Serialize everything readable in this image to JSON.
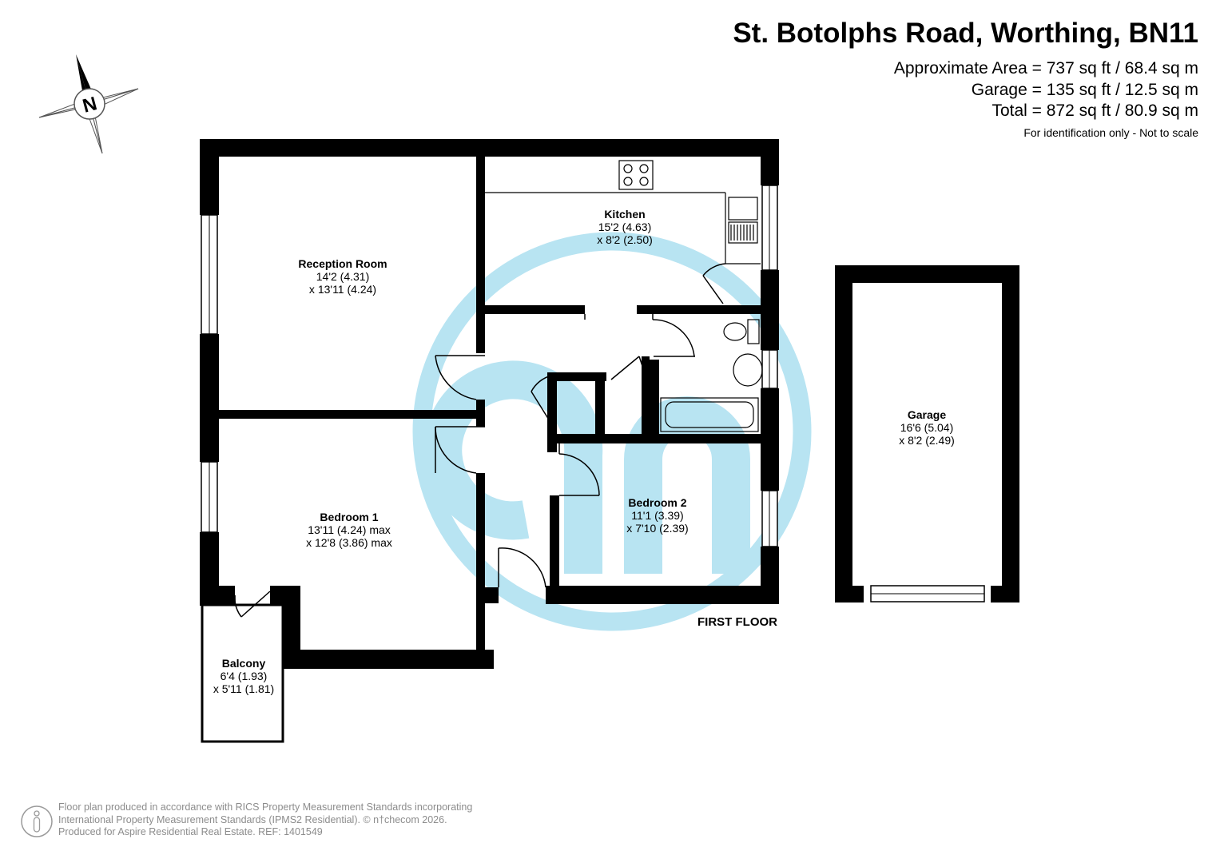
{
  "header": {
    "title": "St. Botolphs Road, Worthing, BN11",
    "approx_area": "Approximate Area = 737 sq ft / 68.4 sq m",
    "garage_area": "Garage = 135 sq ft / 12.5 sq m",
    "total_area": "Total = 872 sq ft / 80.9 sq m",
    "note": "For identification only - Not to scale"
  },
  "compass": {
    "letter": "N"
  },
  "rooms": {
    "reception": {
      "name": "Reception Room",
      "dim1": "14'2 (4.31)",
      "dim2": "x 13'11 (4.24)"
    },
    "kitchen": {
      "name": "Kitchen",
      "dim1": "15'2 (4.63)",
      "dim2": "x 8'2 (2.50)"
    },
    "bedroom1": {
      "name": "Bedroom 1",
      "dim1": "13'11 (4.24) max",
      "dim2": "x 12'8 (3.86) max"
    },
    "bedroom2": {
      "name": "Bedroom 2",
      "dim1": "11'1 (3.39)",
      "dim2": "x 7'10 (2.39)"
    },
    "balcony": {
      "name": "Balcony",
      "dim1": "6'4 (1.93)",
      "dim2": "x 5'11 (1.81)"
    },
    "garage": {
      "name": "Garage",
      "dim1": "16'6 (5.04)",
      "dim2": "x 8'2 (2.49)"
    }
  },
  "floor_label": "FIRST FLOOR",
  "footer": {
    "line1": "Floor plan produced in accordance with RICS Property Measurement Standards incorporating",
    "line2": "International Property Measurement Standards (IPMS2 Residential).  © n†checom 2026.",
    "line3": "Produced for Aspire Residential Real Estate.   REF:  1401549"
  },
  "colors": {
    "wall": "#000000",
    "watermark": "#b8e4f2",
    "footer_text": "#8c8c8c"
  }
}
